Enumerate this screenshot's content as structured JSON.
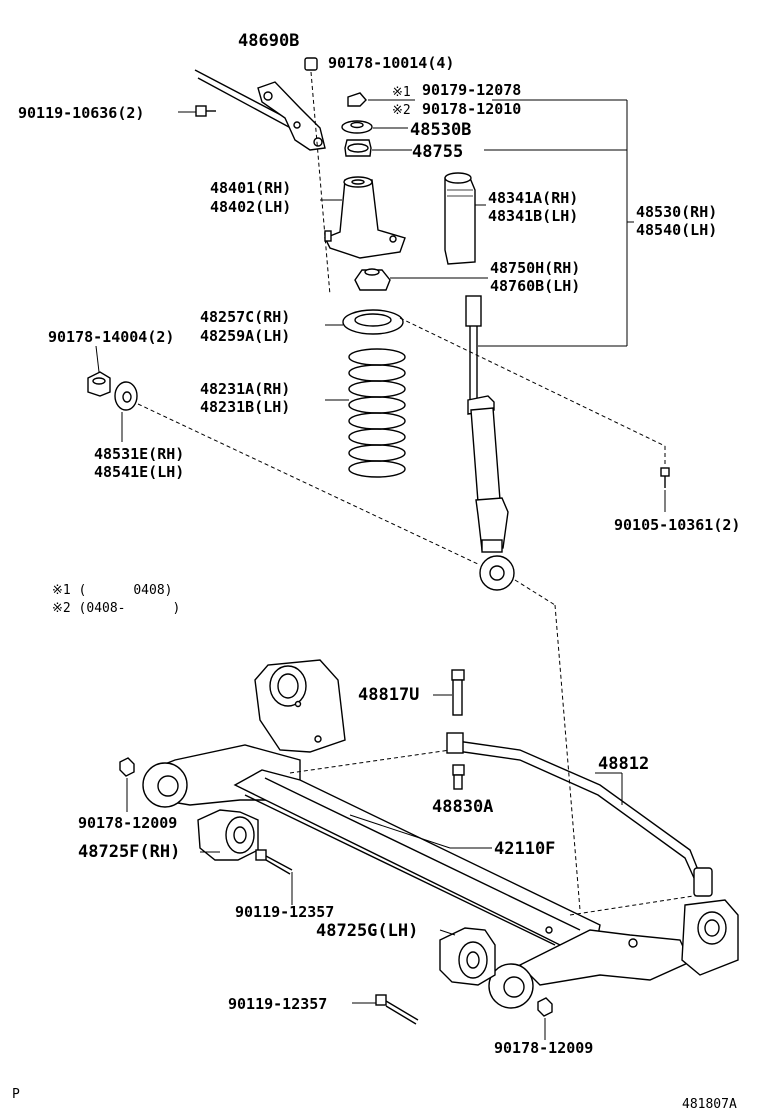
{
  "labels": {
    "l48690B": "48690B",
    "l90178_10014": "90178-10014(4)",
    "l90119_10636": "90119-10636(2)",
    "l90179_12078": "90179-12078",
    "l90178_12010": "90178-12010",
    "mark1": "※1",
    "mark2": "※2",
    "l48530B": "48530B",
    "l48755": "48755",
    "l48401": "48401(RH)",
    "l48402": "48402(LH)",
    "l48341A": "48341A(RH)",
    "l48341B": "48341B(LH)",
    "l48530": "48530(RH)",
    "l48540": "48540(LH)",
    "l48750H": "48750H(RH)",
    "l48760B": "48760B(LH)",
    "l48257C": "48257C(RH)",
    "l48259A": "48259A(LH)",
    "l90178_14004": "90178-14004(2)",
    "l48231A": "48231A(RH)",
    "l48231B": "48231B(LH)",
    "l48531E": "48531E(RH)",
    "l48541E": "48541E(LH)",
    "l90105_10361": "90105-10361(2)",
    "note1": "※1 (      0408)",
    "note2": "※2 (0408-      )",
    "l48817U": "48817U",
    "l48812": "48812",
    "l48830A": "48830A",
    "l90178_12009a": "90178-12009",
    "l48725F": "48725F(RH)",
    "l42110F": "42110F",
    "l90119_12357a": "90119-12357",
    "l48725G": "48725G(LH)",
    "l90119_12357b": "90119-12357",
    "l90178_12009b": "90178-12009",
    "corner_left": "P",
    "corner_right": "481807A"
  }
}
